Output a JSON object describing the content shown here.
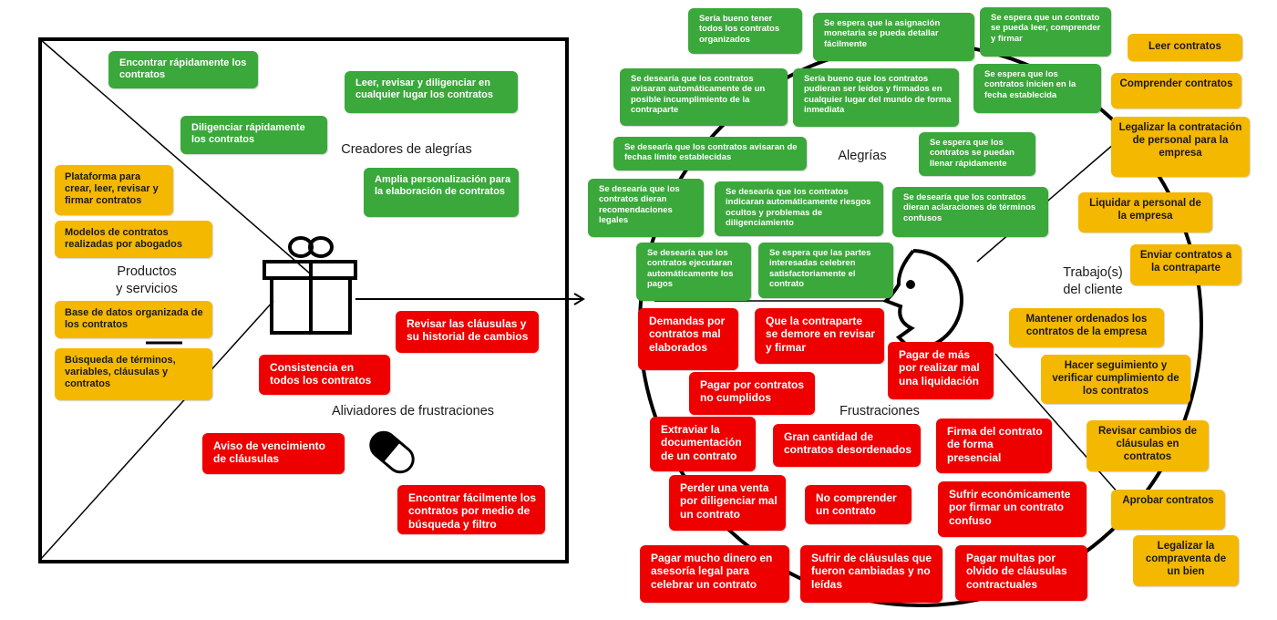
{
  "product_map": {
    "headings": {
      "gain_creators": "Creadores de alegrías",
      "products_services": "Productos\ny servicios",
      "pain_relievers": "Aliviadores de frustraciones"
    },
    "gain_creators": [
      "Encontrar rápidamente los contratos",
      "Leer, revisar y diligenciar en cualquier lugar los contratos",
      "Diligenciar rápidamente los contratos",
      "Amplia personalización para la elaboración de contratos"
    ],
    "products_services": [
      "Plataforma para crear, leer, revisar y firmar contratos",
      "Modelos de contratos realizadas por abogados",
      "Base de datos organizada de los contratos",
      "Búsqueda de términos, variables, cláusulas y contratos"
    ],
    "pain_relievers": [
      "Revisar las cláusulas y su historial de cambios",
      "Consistencia en todos los contratos",
      "Aviso de vencimiento de cláusulas",
      "Encontrar fácilmente los contratos por medio de búsqueda y filtro"
    ]
  },
  "customer_profile": {
    "headings": {
      "gains": "Alegrías",
      "pains": "Frustraciones",
      "jobs": "Trabajo(s)\ndel cliente"
    },
    "gains": [
      "Sería bueno tener todos los contratos organizados",
      "Se espera que la asignación monetaria se pueda detallar fácilmente",
      "Se espera que un contrato se pueda leer, comprender y firmar",
      "Se desearía que los contratos avisaran automáticamente de un posible incumplimiento de la contraparte",
      "Sería bueno que los contratos pudieran ser leídos y firmados en cualquier lugar del mundo de forma inmediata",
      "Se espera que los contratos inicien en la fecha establecida",
      "Se desearía que los contratos avisaran de fechas límite establecidas",
      "Se espera que los contratos se puedan llenar rápidamente",
      "Se desearía que los contratos dieran recomendaciones legales",
      "Se desearía que los contratos indicaran automáticamente riesgos ocultos y problemas de diligenciamiento",
      "Se desearía que los contratos dieran aclaraciones de términos confusos",
      "Se desearía que los contratos ejecutaran automáticamente los pagos",
      "Se espera que las partes interesadas celebren satisfactoriamente el contrato"
    ],
    "pains": [
      "Demandas por contratos mal elaborados",
      "Que la contraparte se demore en revisar y firmar",
      "Pagar de más por realizar mal una liquidación",
      "Pagar por contratos no cumplidos",
      "Extraviar la documentación de un contrato",
      "Gran cantidad de contratos desordenados",
      "Firma del contrato de forma presencial",
      "Perder una venta por diligenciar mal un contrato",
      "No comprender un contrato",
      "Sufrir económicamente por firmar un contrato confuso",
      "Pagar mucho dinero en asesoría legal para celebrar un contrato",
      "Sufrir de cláusulas que fueron cambiadas y no leídas",
      "Pagar multas por olvido de cláusulas contractuales"
    ],
    "jobs": [
      "Leer contratos",
      "Comprender contratos",
      "Legalizar la contratación de personal para la empresa",
      "Liquidar a personal de la empresa",
      "Enviar contratos a la contraparte",
      "Mantener ordenados los contratos de la empresa",
      "Hacer seguimiento y verificar cumplimiento de los contratos",
      "Revisar cambios de cláusulas en contratos",
      "Aprobar contratos",
      "Legalizar la compraventa de un bien"
    ]
  },
  "colors": {
    "gain": "#3aa83a",
    "product": "#f5b800",
    "pain": "#ee0000",
    "line": "#000000"
  },
  "icons": [
    "gift-icon",
    "pill-icon",
    "customer-face-icon",
    "arrow-icon"
  ]
}
